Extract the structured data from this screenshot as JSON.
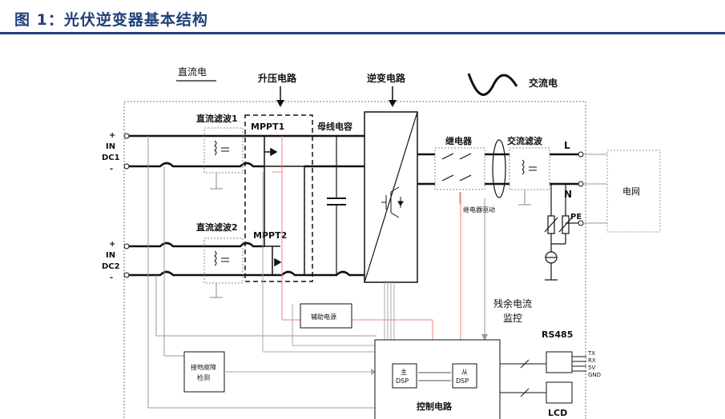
{
  "figure": {
    "title": "图 1：光伏逆变器基本结构"
  },
  "labels": {
    "dc_title": "直流电",
    "boost_title": "升压电路",
    "inv_title": "逆变电路",
    "ac_title": "交流电",
    "dc_filter1": "直流滤波1",
    "dc_filter2": "直流滤波2",
    "mppt1": "MPPT1",
    "mppt2": "MPPT2",
    "bus_cap": "母线电容",
    "relay": "继电器",
    "relay_drive": "继电器驱动",
    "ac_filter": "交流滤波",
    "grid": "电网",
    "L": "L",
    "N": "N",
    "PE": "PE",
    "in1_plus": "+",
    "in1_in": "IN",
    "in1_dc": "DC1",
    "in1_minus": "-",
    "in2_plus": "+",
    "in2_in": "IN",
    "in2_dc": "DC2",
    "in2_minus": "-",
    "residual": "残余电流",
    "residual2": "监控",
    "aux_power": "辅助电源",
    "ground_fault": "接地故障",
    "ground_fault2": "检测",
    "master": "主",
    "master_dsp": "DSP",
    "slave": "从",
    "slave_dsp": "DSP",
    "control": "控制电路",
    "rs485": "RS485",
    "tx": "TX",
    "rx": "RX",
    "v5": "5V",
    "gnd": "GND",
    "lcd": "LCD"
  }
}
